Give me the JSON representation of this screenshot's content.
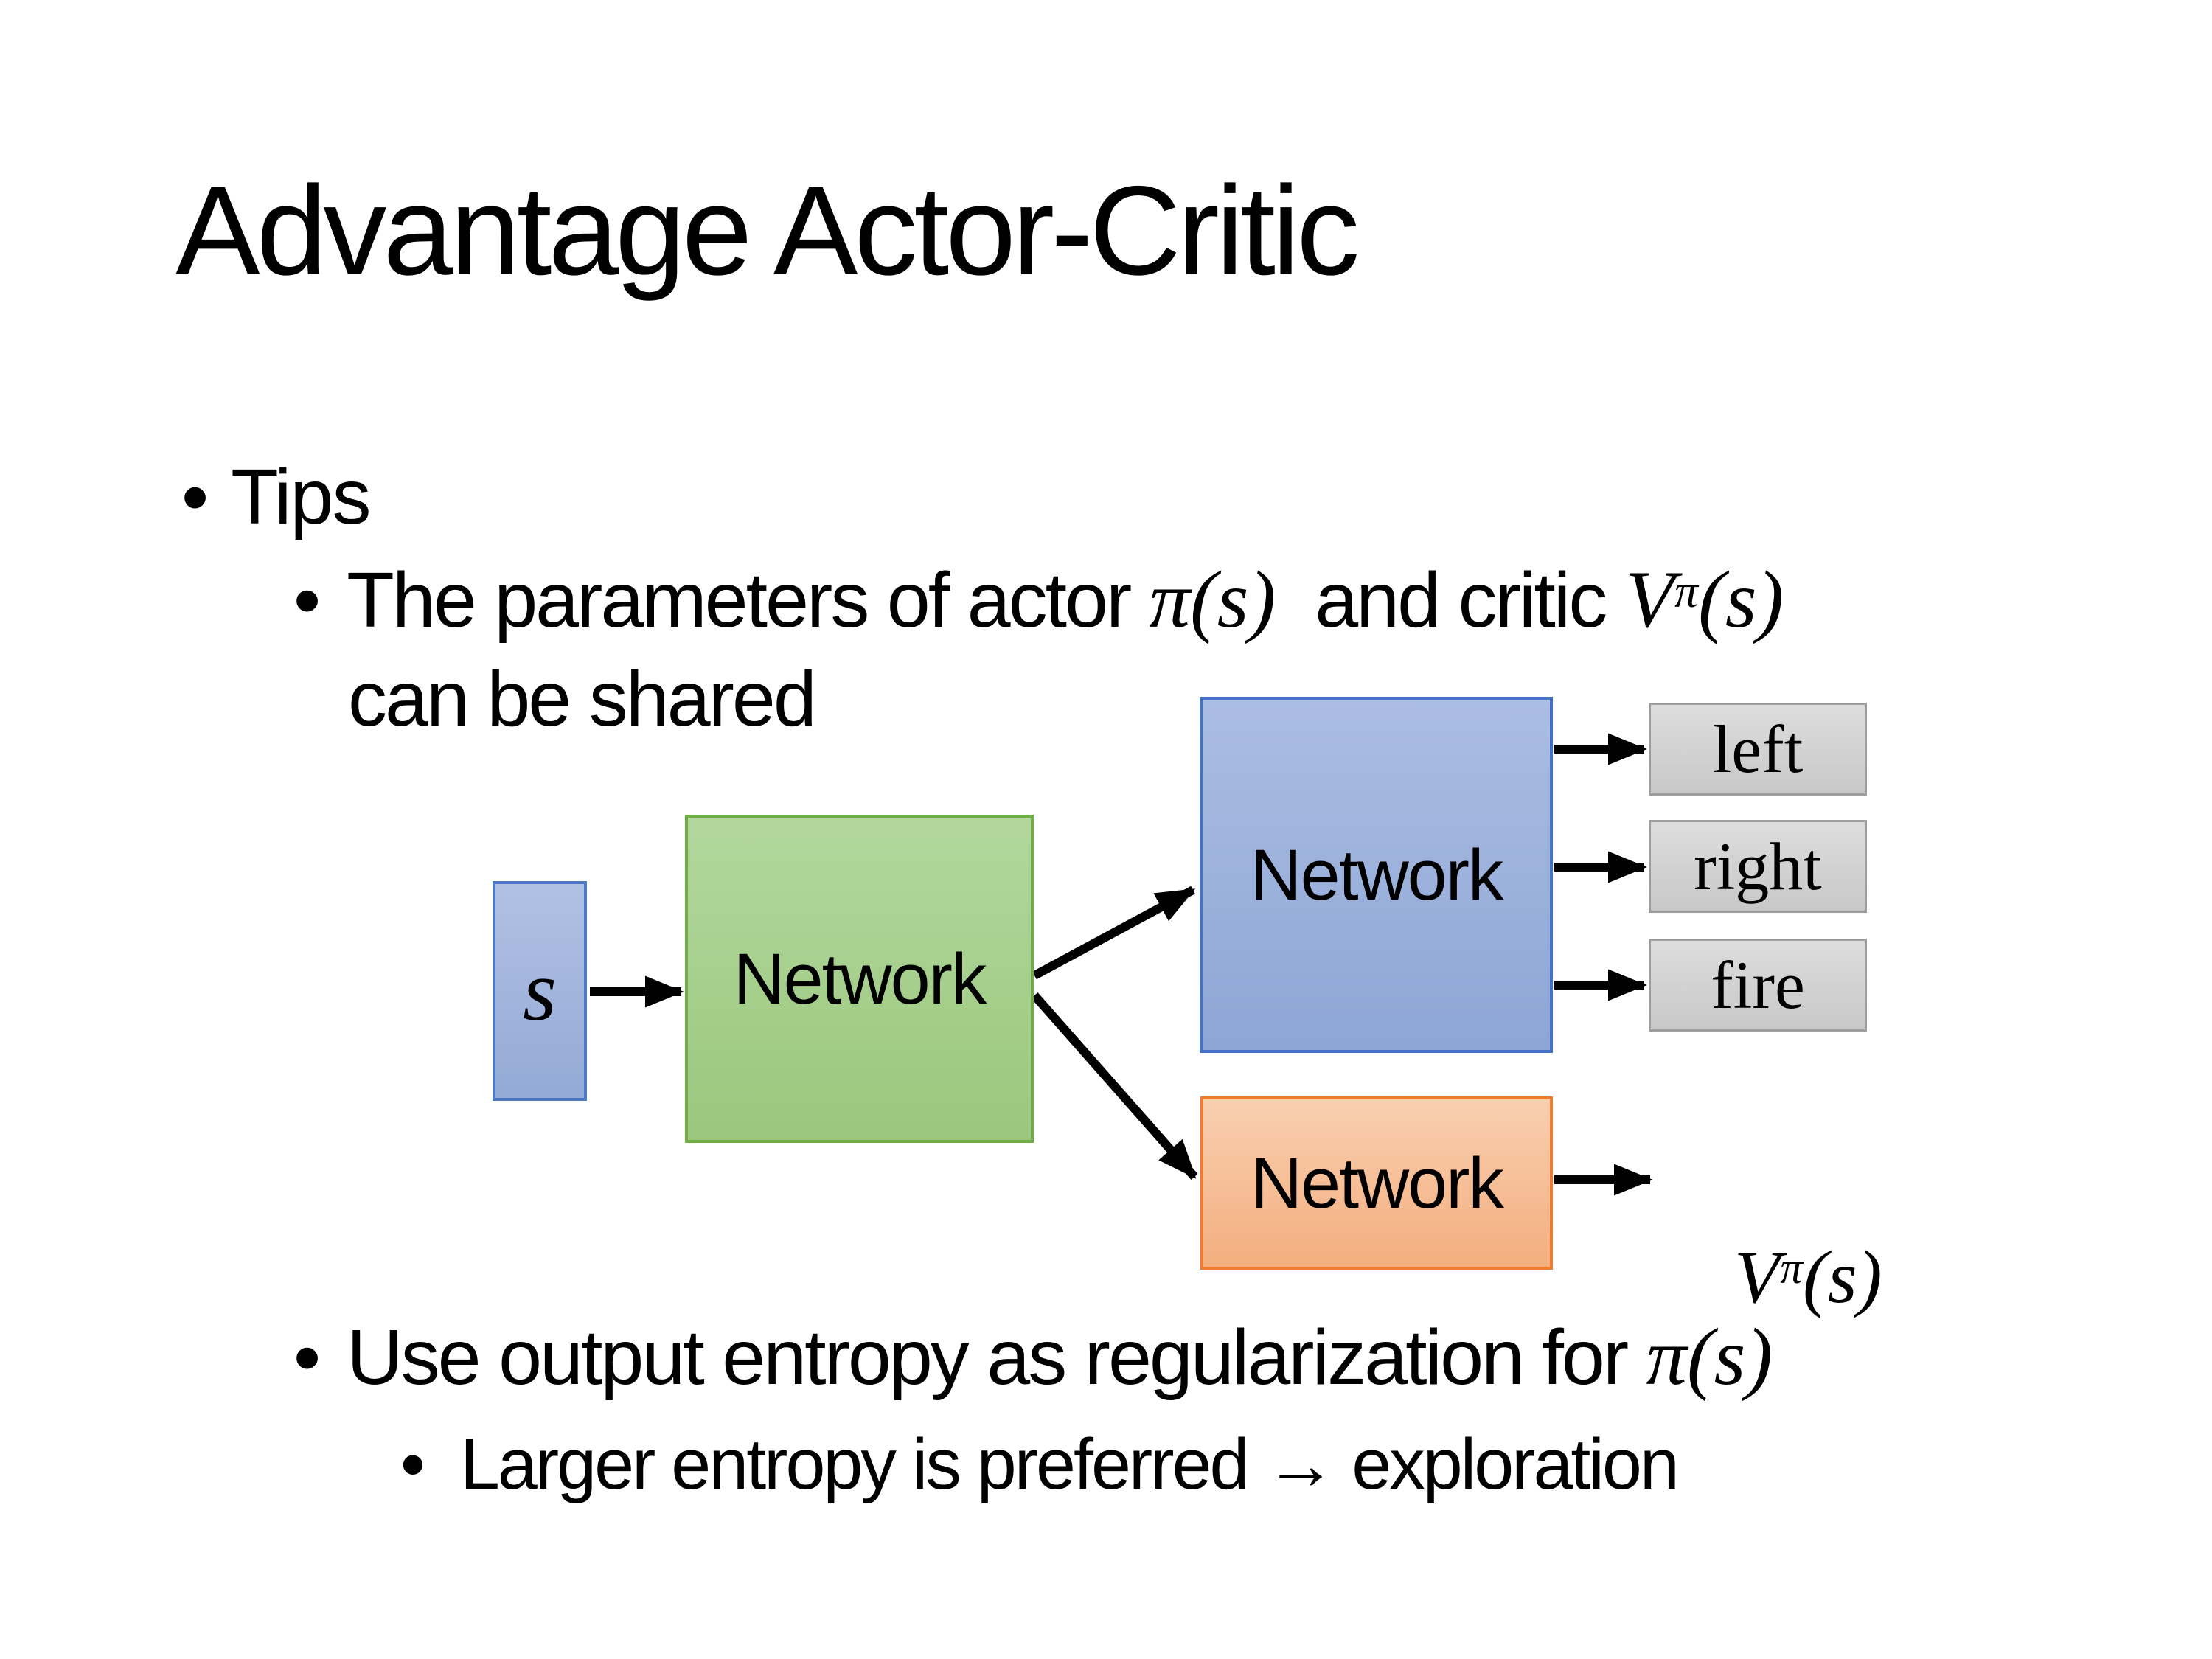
{
  "slide": {
    "title": "Advantage Actor-Critic",
    "bullet_glyph": "•",
    "bullets": {
      "tips_label": "Tips",
      "param": {
        "pre": "The parameters of actor ",
        "actor_math": "π(s)",
        "mid": "  and critic ",
        "v_base": "V",
        "v_sup": "π",
        "v_args": "(s)",
        "line2": "can be shared"
      },
      "entropy": {
        "pre": "Use output entropy as regularization for ",
        "math": "π(s)"
      },
      "explore": {
        "text": "Larger entropy is preferred → exploration"
      }
    },
    "diagram": {
      "state_label": "s",
      "shared_network_label": "Network",
      "actor_network_label": "Network",
      "critic_network_label": "Network",
      "actions": [
        "left",
        "right",
        "fire"
      ],
      "value_output": {
        "base": "V",
        "sup": "π",
        "args": "(s)"
      },
      "colors": {
        "state_fill_top": "#b1c1e4",
        "state_fill_bottom": "#94a9d6",
        "state_border": "#4d79c7",
        "shared_fill_top": "#b3d79d",
        "shared_fill_bottom": "#9ac77d",
        "shared_border": "#70ad47",
        "actor_fill_top": "#abbde2",
        "actor_fill_bottom": "#8ea6d5",
        "actor_border": "#4472c4",
        "critic_fill_top": "#f9cfb1",
        "critic_fill_bottom": "#f3ae7e",
        "critic_border": "#ed7d31",
        "action_fill_top": "#dddddd",
        "action_fill_bottom": "#c8c8c8",
        "action_border": "#9d9d9d",
        "arrow": "#000000"
      }
    }
  }
}
